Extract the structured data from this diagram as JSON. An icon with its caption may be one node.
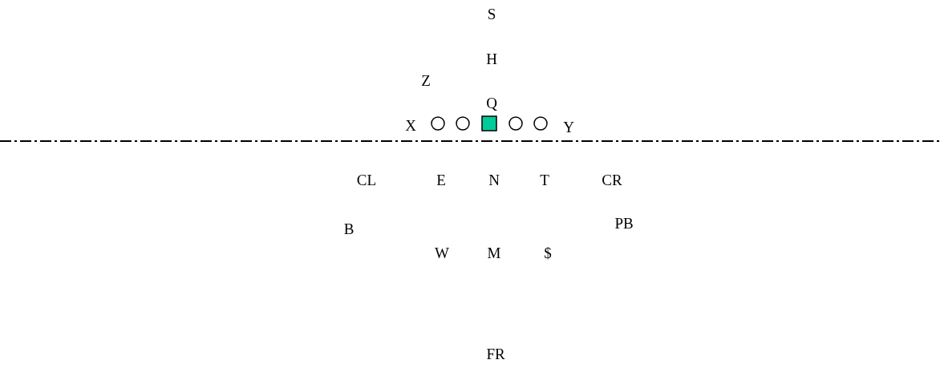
{
  "diagram": {
    "labels": [
      "S",
      "H",
      "Z",
      "Q",
      "X",
      "Y",
      "CL",
      "E",
      "N",
      "T",
      "CR",
      "B",
      "PB",
      "W",
      "M",
      "$",
      "FR"
    ]
  }
}
